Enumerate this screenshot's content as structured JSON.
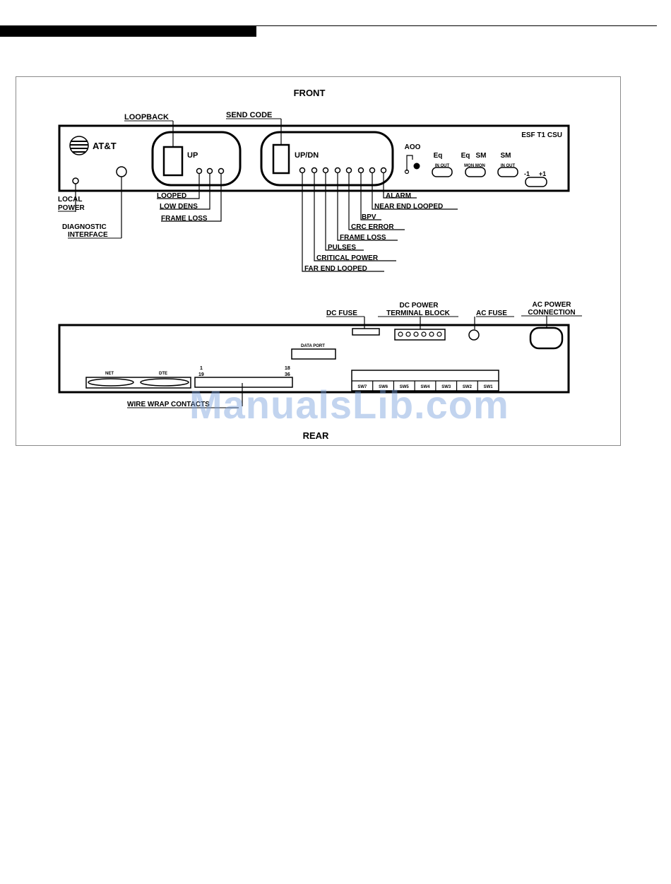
{
  "front": {
    "title": "FRONT",
    "brand": "AT&T",
    "model": "ESF T1 CSU",
    "loopback_label": "LOOPBACK",
    "up_label": "UP",
    "send_code_label": "SEND CODE",
    "updn_label": "UP/DN",
    "aoo_label": "AOO",
    "eq1_label": "Eq",
    "eq1_sub": "IN OUT",
    "eq2_label": "Eq",
    "eq2_sub": "MON MON",
    "sm_label_a": "SM",
    "sm_label_b": "SM",
    "sm_sub": "IN OUT",
    "minus1": "-1",
    "plus1": "+1",
    "local_power": [
      "LOCAL",
      "POWER"
    ],
    "diagnostic_interface": [
      "DIAGNOSTIC",
      "INTERFACE"
    ],
    "loopback_leds": [
      "LOOPED",
      "LOW DENS",
      "FRAME LOSS"
    ],
    "status_leds": [
      "ALARM",
      "NEAR END LOOPED",
      "BPV",
      "CRC ERROR",
      "FRAME LOSS",
      "PULSES",
      "CRITICAL POWER",
      "FAR END LOOPED"
    ]
  },
  "rear": {
    "title": "REAR",
    "dc_fuse": "DC FUSE",
    "dc_power": [
      "DC POWER",
      "TERMINAL BLOCK"
    ],
    "ac_fuse": "AC FUSE",
    "ac_power": [
      "AC POWER",
      "CONNECTION"
    ],
    "data_port": "DATA PORT",
    "net": "NET",
    "dte": "DTE",
    "wire_wrap_top_left": [
      "1",
      "19"
    ],
    "wire_wrap_top_right": [
      "18",
      "36"
    ],
    "wire_wrap": "WIRE WRAP CONTACTS",
    "switches": [
      "SW7",
      "SW6",
      "SW5",
      "SW4",
      "SW3",
      "SW2",
      "SW1"
    ]
  },
  "watermark": "ManualsLib.com"
}
